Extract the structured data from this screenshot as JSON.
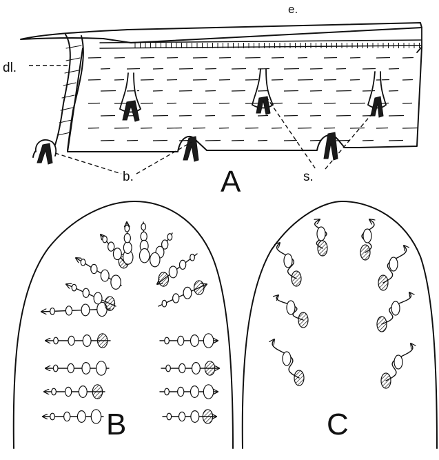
{
  "panels": {
    "A": {
      "letter": "A",
      "labels": {
        "e": "e.",
        "dl": "dl.",
        "b": "b.",
        "s": "s."
      }
    },
    "B": {
      "letter": "B"
    },
    "C": {
      "letter": "C"
    }
  },
  "colors": {
    "ink": "#111111",
    "paper": "#ffffff"
  }
}
